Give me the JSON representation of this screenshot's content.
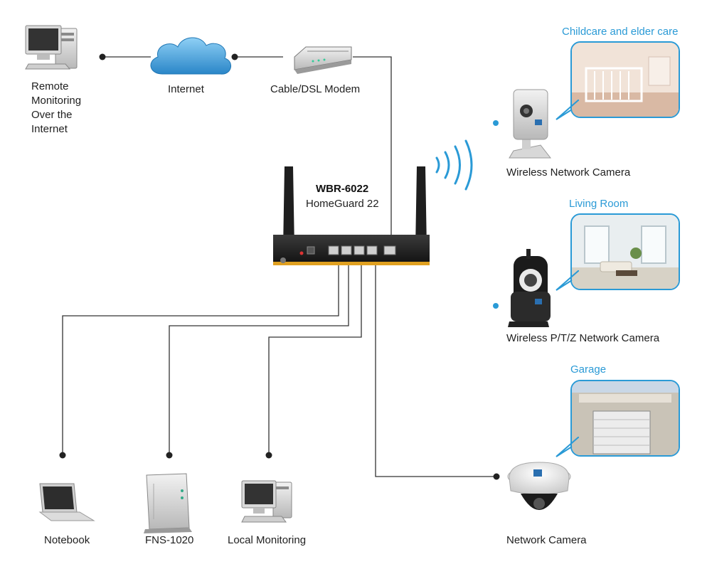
{
  "router": {
    "model": "WBR-6022",
    "name": "HomeGuard 22"
  },
  "internet_side": {
    "remote_label": [
      "Remote",
      "Monitoring",
      "Over the",
      "Internet"
    ],
    "internet_label": "Internet",
    "modem_label": "Cable/DSL Modem"
  },
  "wired_devices": {
    "notebook": "Notebook",
    "nas": "FNS-1020",
    "local_monitoring": "Local Monitoring"
  },
  "cameras": [
    {
      "name": "Wireless Network Camera",
      "location": "Childcare and elder care"
    },
    {
      "name": "Wireless P/T/Z Network Camera",
      "location": "Living Room"
    },
    {
      "name": "Network Camera",
      "location": "Garage"
    }
  ],
  "colors": {
    "accent": "#2a9ad6",
    "line": "#333333",
    "router_stripe": "#e0a020"
  }
}
